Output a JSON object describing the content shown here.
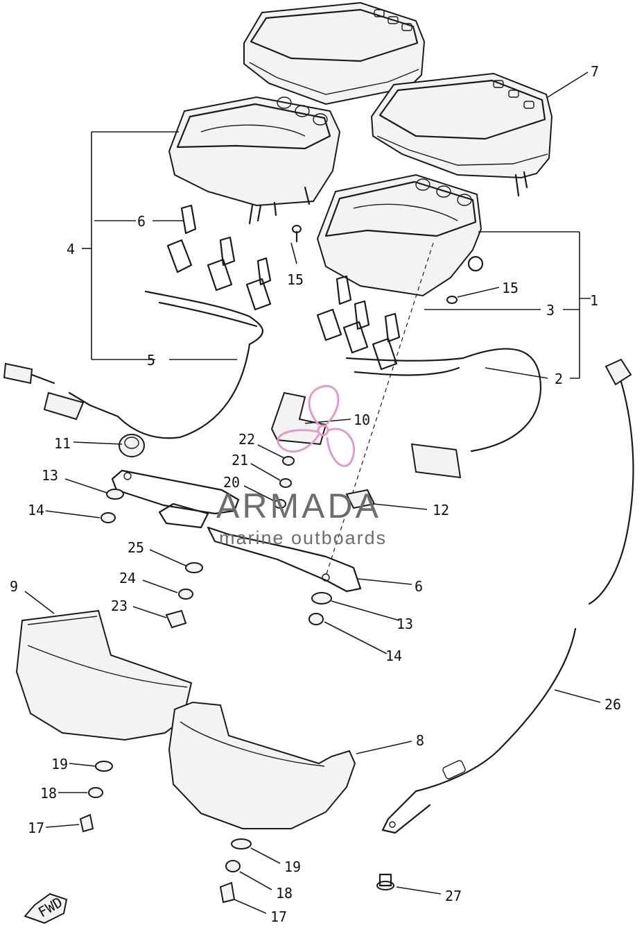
{
  "callouts": [
    {
      "id": "c1",
      "text": "1"
    },
    {
      "id": "c2",
      "text": "2"
    },
    {
      "id": "c3",
      "text": "3"
    },
    {
      "id": "c4",
      "text": "4"
    },
    {
      "id": "c5",
      "text": "5"
    },
    {
      "id": "c6a",
      "text": "6"
    },
    {
      "id": "c6b",
      "text": "6"
    },
    {
      "id": "c7",
      "text": "7"
    },
    {
      "id": "c8",
      "text": "8"
    },
    {
      "id": "c9",
      "text": "9"
    },
    {
      "id": "c10",
      "text": "10"
    },
    {
      "id": "c11",
      "text": "11"
    },
    {
      "id": "c12",
      "text": "12"
    },
    {
      "id": "c13a",
      "text": "13"
    },
    {
      "id": "c13b",
      "text": "13"
    },
    {
      "id": "c14a",
      "text": "14"
    },
    {
      "id": "c14b",
      "text": "14"
    },
    {
      "id": "c15a",
      "text": "15"
    },
    {
      "id": "c15b",
      "text": "15"
    },
    {
      "id": "c17a",
      "text": "17"
    },
    {
      "id": "c17b",
      "text": "17"
    },
    {
      "id": "c18a",
      "text": "18"
    },
    {
      "id": "c18b",
      "text": "18"
    },
    {
      "id": "c19a",
      "text": "19"
    },
    {
      "id": "c19b",
      "text": "19"
    },
    {
      "id": "c20",
      "text": "20"
    },
    {
      "id": "c21",
      "text": "21"
    },
    {
      "id": "c22",
      "text": "22"
    },
    {
      "id": "c23",
      "text": "23"
    },
    {
      "id": "c24",
      "text": "24"
    },
    {
      "id": "c25",
      "text": "25"
    },
    {
      "id": "c26",
      "text": "26"
    },
    {
      "id": "c27",
      "text": "27"
    }
  ],
  "fwd_marker": "FWD",
  "watermark": {
    "brand": "ARMADA",
    "tagline": "marine outboards",
    "logo_color": "#e39ac6",
    "text_color": "#6d6d6d"
  }
}
